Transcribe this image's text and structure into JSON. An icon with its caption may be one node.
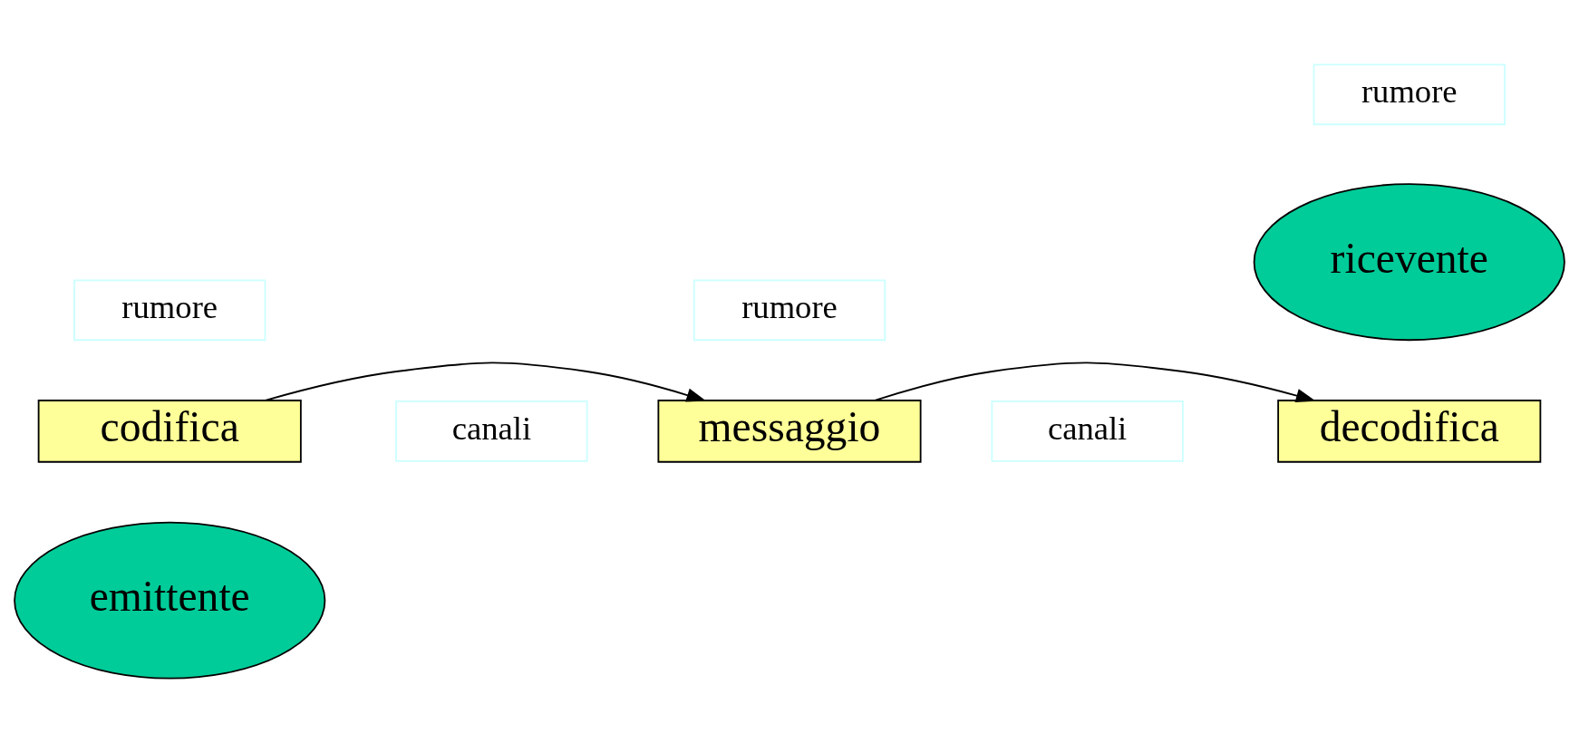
{
  "diagram": {
    "nodes": [
      {
        "text": [
          "emittente"
        ]
      },
      {
        "text": [
          "codifica"
        ]
      },
      {
        "text": [
          "messaggio"
        ]
      },
      {
        "text": [
          "decodifica"
        ]
      },
      {
        "text": [
          "ricevente"
        ]
      },
      {
        "text": [
          "canali"
        ]
      },
      {
        "text": [
          "rumore"
        ]
      },
      {
        "text": [
          "canali"
        ]
      },
      {
        "text": [
          "rumore"
        ]
      },
      {
        "text": [
          "rumore"
        ]
      }
    ],
    "edges": [
      {
        "from": 1,
        "to": 2,
        "arrow": "to"
      },
      {
        "from": 2,
        "to": 3,
        "arrow": "to"
      }
    ]
  }
}
